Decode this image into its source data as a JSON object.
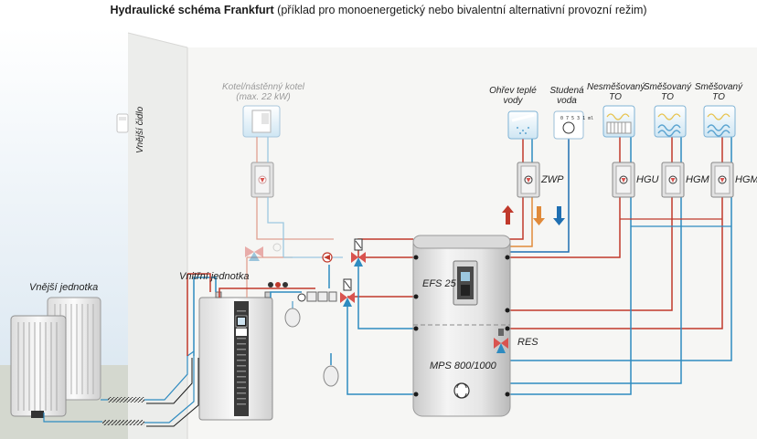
{
  "title": {
    "bold": "Hydraulické schéma Frankfurt",
    "rest": " (příklad pro monoenergetický nebo bivalentní alternativní provozní režim)"
  },
  "labels": {
    "boiler": [
      "Kotel/nástěnný kotel",
      "(max. 22 kW)"
    ],
    "outdoor_sensor": "Vnější čidlo",
    "outdoor_unit": "Vnější jednotka",
    "indoor_unit": "Vnitřní jednotka",
    "dhw": [
      "Ohřev teplé",
      "vody"
    ],
    "cold_water": [
      "Studená",
      "voda"
    ],
    "to_unmixed": [
      "Nesměšovaný",
      "TO"
    ],
    "to_mixed_1": [
      "Směšovaný",
      "TO"
    ],
    "to_mixed_2": [
      "Směšovaný",
      "TO"
    ],
    "zwp": "ZWP",
    "hgu": "HGU",
    "hgm_1": "HGM",
    "hgm_2": "HGM",
    "efs": "EFS 25",
    "res": "RES",
    "tank": "MPS 800/1000",
    "meter_reading": "0 7 5 3 1 ml"
  },
  "colors": {
    "hot": "#c0392b",
    "return": "#2e8bc0",
    "cold": "#1f6fb2",
    "boiler_line": "#e0a090",
    "boiler_return": "#9cc8e0",
    "warm_dhw": "#e08a3a",
    "wall": "#e9ebe9",
    "sky": "#dfe9f2"
  }
}
